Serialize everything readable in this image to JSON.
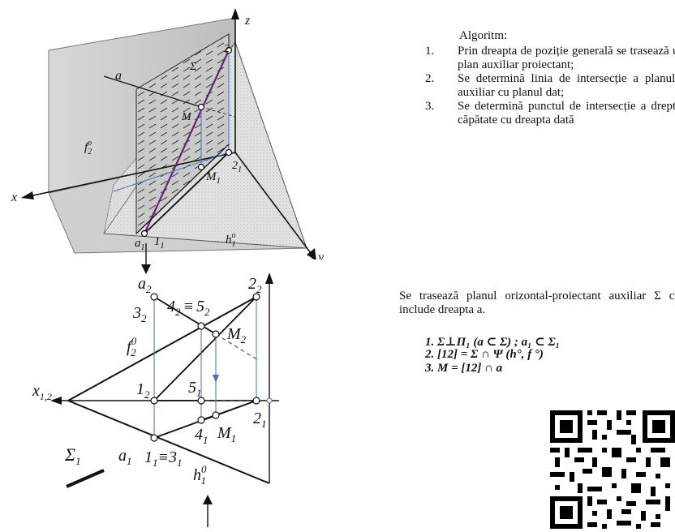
{
  "figure_top": {
    "axis_z": "z",
    "axis_x": "x",
    "axis_y": "y",
    "label_a": "a",
    "label_sigma": "Σ",
    "label_2": "2",
    "label_M": "M",
    "label_f": "f",
    "label_f_sup": "o",
    "label_f_sub": "2",
    "label_M1": "M",
    "label_M1_sub": "1",
    "label_21": "2",
    "label_21_sub": "1",
    "label_a1": "a",
    "label_a1_sub": "1",
    "label_11": "1",
    "label_11_sub": "1",
    "label_h": "h",
    "label_h_sup": "o",
    "label_h_sub": "1"
  },
  "figure_bottom": {
    "arrow_down": "↓",
    "arrow_up": "↑",
    "label_a2": "a",
    "label_a2_sub": "2",
    "label_42_52": "4",
    "label_42_sub": "2",
    "label_equiv": "≡",
    "label_52": "5",
    "label_52_sub": "2",
    "label_22": "2",
    "label_22_sub": "2",
    "label_32": "3",
    "label_32_sub": "2",
    "label_M2": "M",
    "label_M2_sub": "2",
    "label_f20": "f",
    "label_f20_sup": "0",
    "label_f20_sub": "2",
    "label_x12": "x",
    "label_x12_sub": "1,2",
    "label_12": "1",
    "label_12_sub": "2",
    "label_51": "5",
    "label_51_sub": "1",
    "label_21": "2",
    "label_21_sub": "1",
    "label_41": "4",
    "label_41_sub": "1",
    "label_M1": "M",
    "label_M1_sub": "1",
    "label_sigma1": "Σ",
    "label_sigma1_sub": "1",
    "label_alpha1": "a",
    "label_alpha1_sub": "1",
    "label_11": "1",
    "label_11_sub": "1",
    "label_31": "≡3",
    "label_31_sub": "1",
    "label_h10": "h",
    "label_h10_sup": "0",
    "label_h10_sub": "1"
  },
  "algorithm": {
    "title": "Algoritm:",
    "steps": [
      {
        "num": "1.",
        "text": "Prin dreapta de poziție generală se trasează un plan auxiliar proiectant;"
      },
      {
        "num": "2.",
        "text": "Se determină linia de intersecție a planului auxiliar cu planul dat;"
      },
      {
        "num": "3.",
        "text": "Se determină punctul de intersecție a dreptei căpătate cu dreapta dată"
      }
    ]
  },
  "paragraph": "Se trasează planul orizontal-proiectant auxiliar Σ ce include dreapta a.",
  "formulas": [
    "1. Σ⊥Π₁   (a ⊂ Σ) ;  a₁ ⊂ Σ₁",
    "2. [12] = Σ ∩ Ψ  (h°, f °)",
    "3. M = [12] ∩ a"
  ],
  "qr_code": "qr-code-icon"
}
